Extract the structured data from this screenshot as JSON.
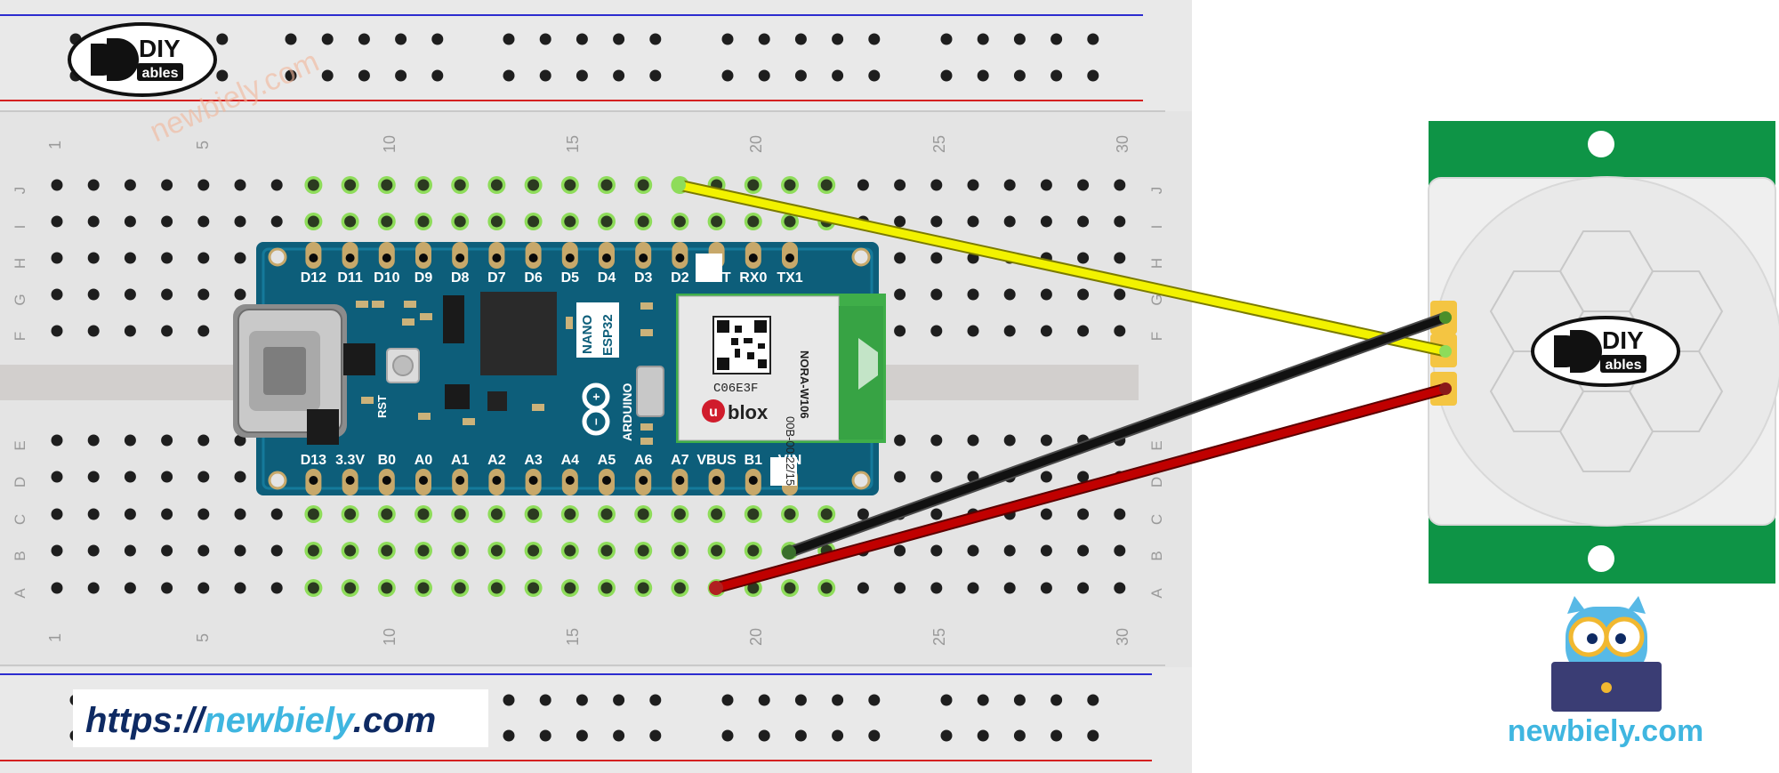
{
  "breadboard": {
    "top_numbers": [
      "1",
      "5",
      "10",
      "15",
      "20",
      "25",
      "30"
    ],
    "bottom_numbers": [
      "1",
      "5",
      "10",
      "15",
      "20",
      "25",
      "30"
    ],
    "row_letters_top": [
      "J",
      "I",
      "H",
      "G",
      "F"
    ],
    "row_letters_bottom": [
      "E",
      "D",
      "C",
      "B",
      "A"
    ]
  },
  "logo": {
    "big": "DIY",
    "small": "ables"
  },
  "watermark": "newbiely.com",
  "url_banner": {
    "prefix": "https://",
    "brand": "newbiely",
    "suffix": ".com"
  },
  "board": {
    "top_pins": [
      "D12",
      "D11",
      "D10",
      "D9",
      "D8",
      "D7",
      "D6",
      "D5",
      "D4",
      "D3",
      "D2",
      "RST",
      "RX0",
      "TX1"
    ],
    "bottom_pins": [
      "D13",
      "3.3V",
      "B0",
      "A0",
      "A1",
      "A2",
      "A3",
      "A4",
      "A5",
      "A6",
      "A7",
      "VBUS",
      "B1",
      "VIN"
    ],
    "nano_label": "NANO",
    "esp_label": "ESP32",
    "arduino_label": "ARDUINO",
    "rst_label": "RST",
    "module_code": "C06E3F",
    "module_lines": [
      "00B-00 22/15",
      "NORA-W106"
    ],
    "ublox": "blox",
    "ublox_u": "u"
  },
  "sensor": {
    "logo_big": "DIY",
    "logo_small": "ables"
  },
  "brand_footer": "newbiely.com",
  "colors": {
    "wire_signal": "#f2f200",
    "wire_ground": "#111111",
    "wire_power": "#c00000",
    "pcb_blue": "#0d5e7a",
    "sensor_green": "#0e9446",
    "brand_blue": "#3fb6e0",
    "pin_highlight": "#8edc5a"
  }
}
